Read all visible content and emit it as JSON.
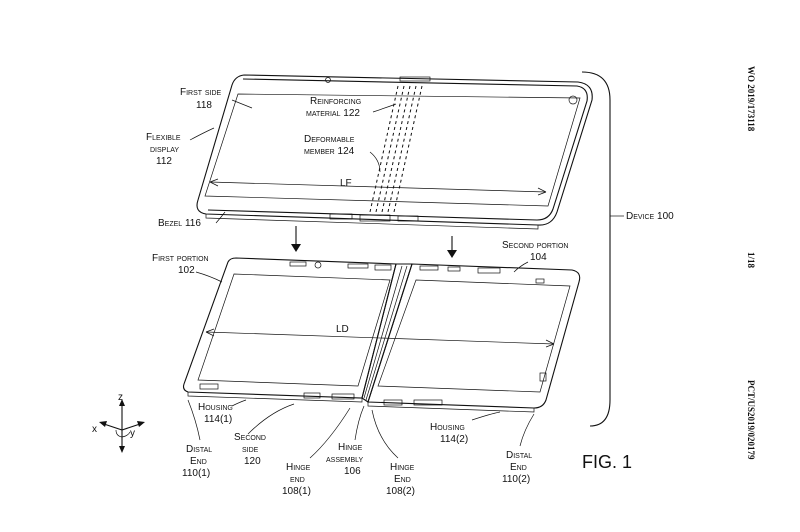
{
  "side_text": {
    "publication": "WO 2019/173118",
    "sheet": "1/18",
    "application": "PCT/US2019/020179"
  },
  "figure_label": "FIG. 1",
  "labels": {
    "first_side": [
      "First side",
      "118"
    ],
    "flexible_display": [
      "Flexible",
      "display",
      "112"
    ],
    "reinforcing_material": [
      "Reinforcing",
      "material 122"
    ],
    "deformable_member": [
      "Deformable",
      "member 124"
    ],
    "length_first": "LF",
    "bezel": "Bezel 116",
    "device": "Device 100",
    "first_portion": [
      "First portion",
      "102"
    ],
    "second_portion": [
      "Second portion",
      "104"
    ],
    "length_device": "LD",
    "housing_1": [
      "Housing",
      "114(1)"
    ],
    "second_side": [
      "Second",
      "side",
      "120"
    ],
    "distal_end_1": [
      "Distal",
      "End",
      "110(1)"
    ],
    "hinge_end_1": [
      "Hinge",
      "end",
      "108(1)"
    ],
    "hinge_assembly": [
      "Hinge",
      "assembly",
      "106"
    ],
    "hinge_end_2": [
      "Hinge",
      "End",
      "108(2)"
    ],
    "housing_2": [
      "Housing",
      "114(2)"
    ],
    "distal_end_2": [
      "Distal",
      "End",
      "110(2)"
    ]
  },
  "axes": {
    "x": "x",
    "y": "y",
    "z": "z"
  }
}
